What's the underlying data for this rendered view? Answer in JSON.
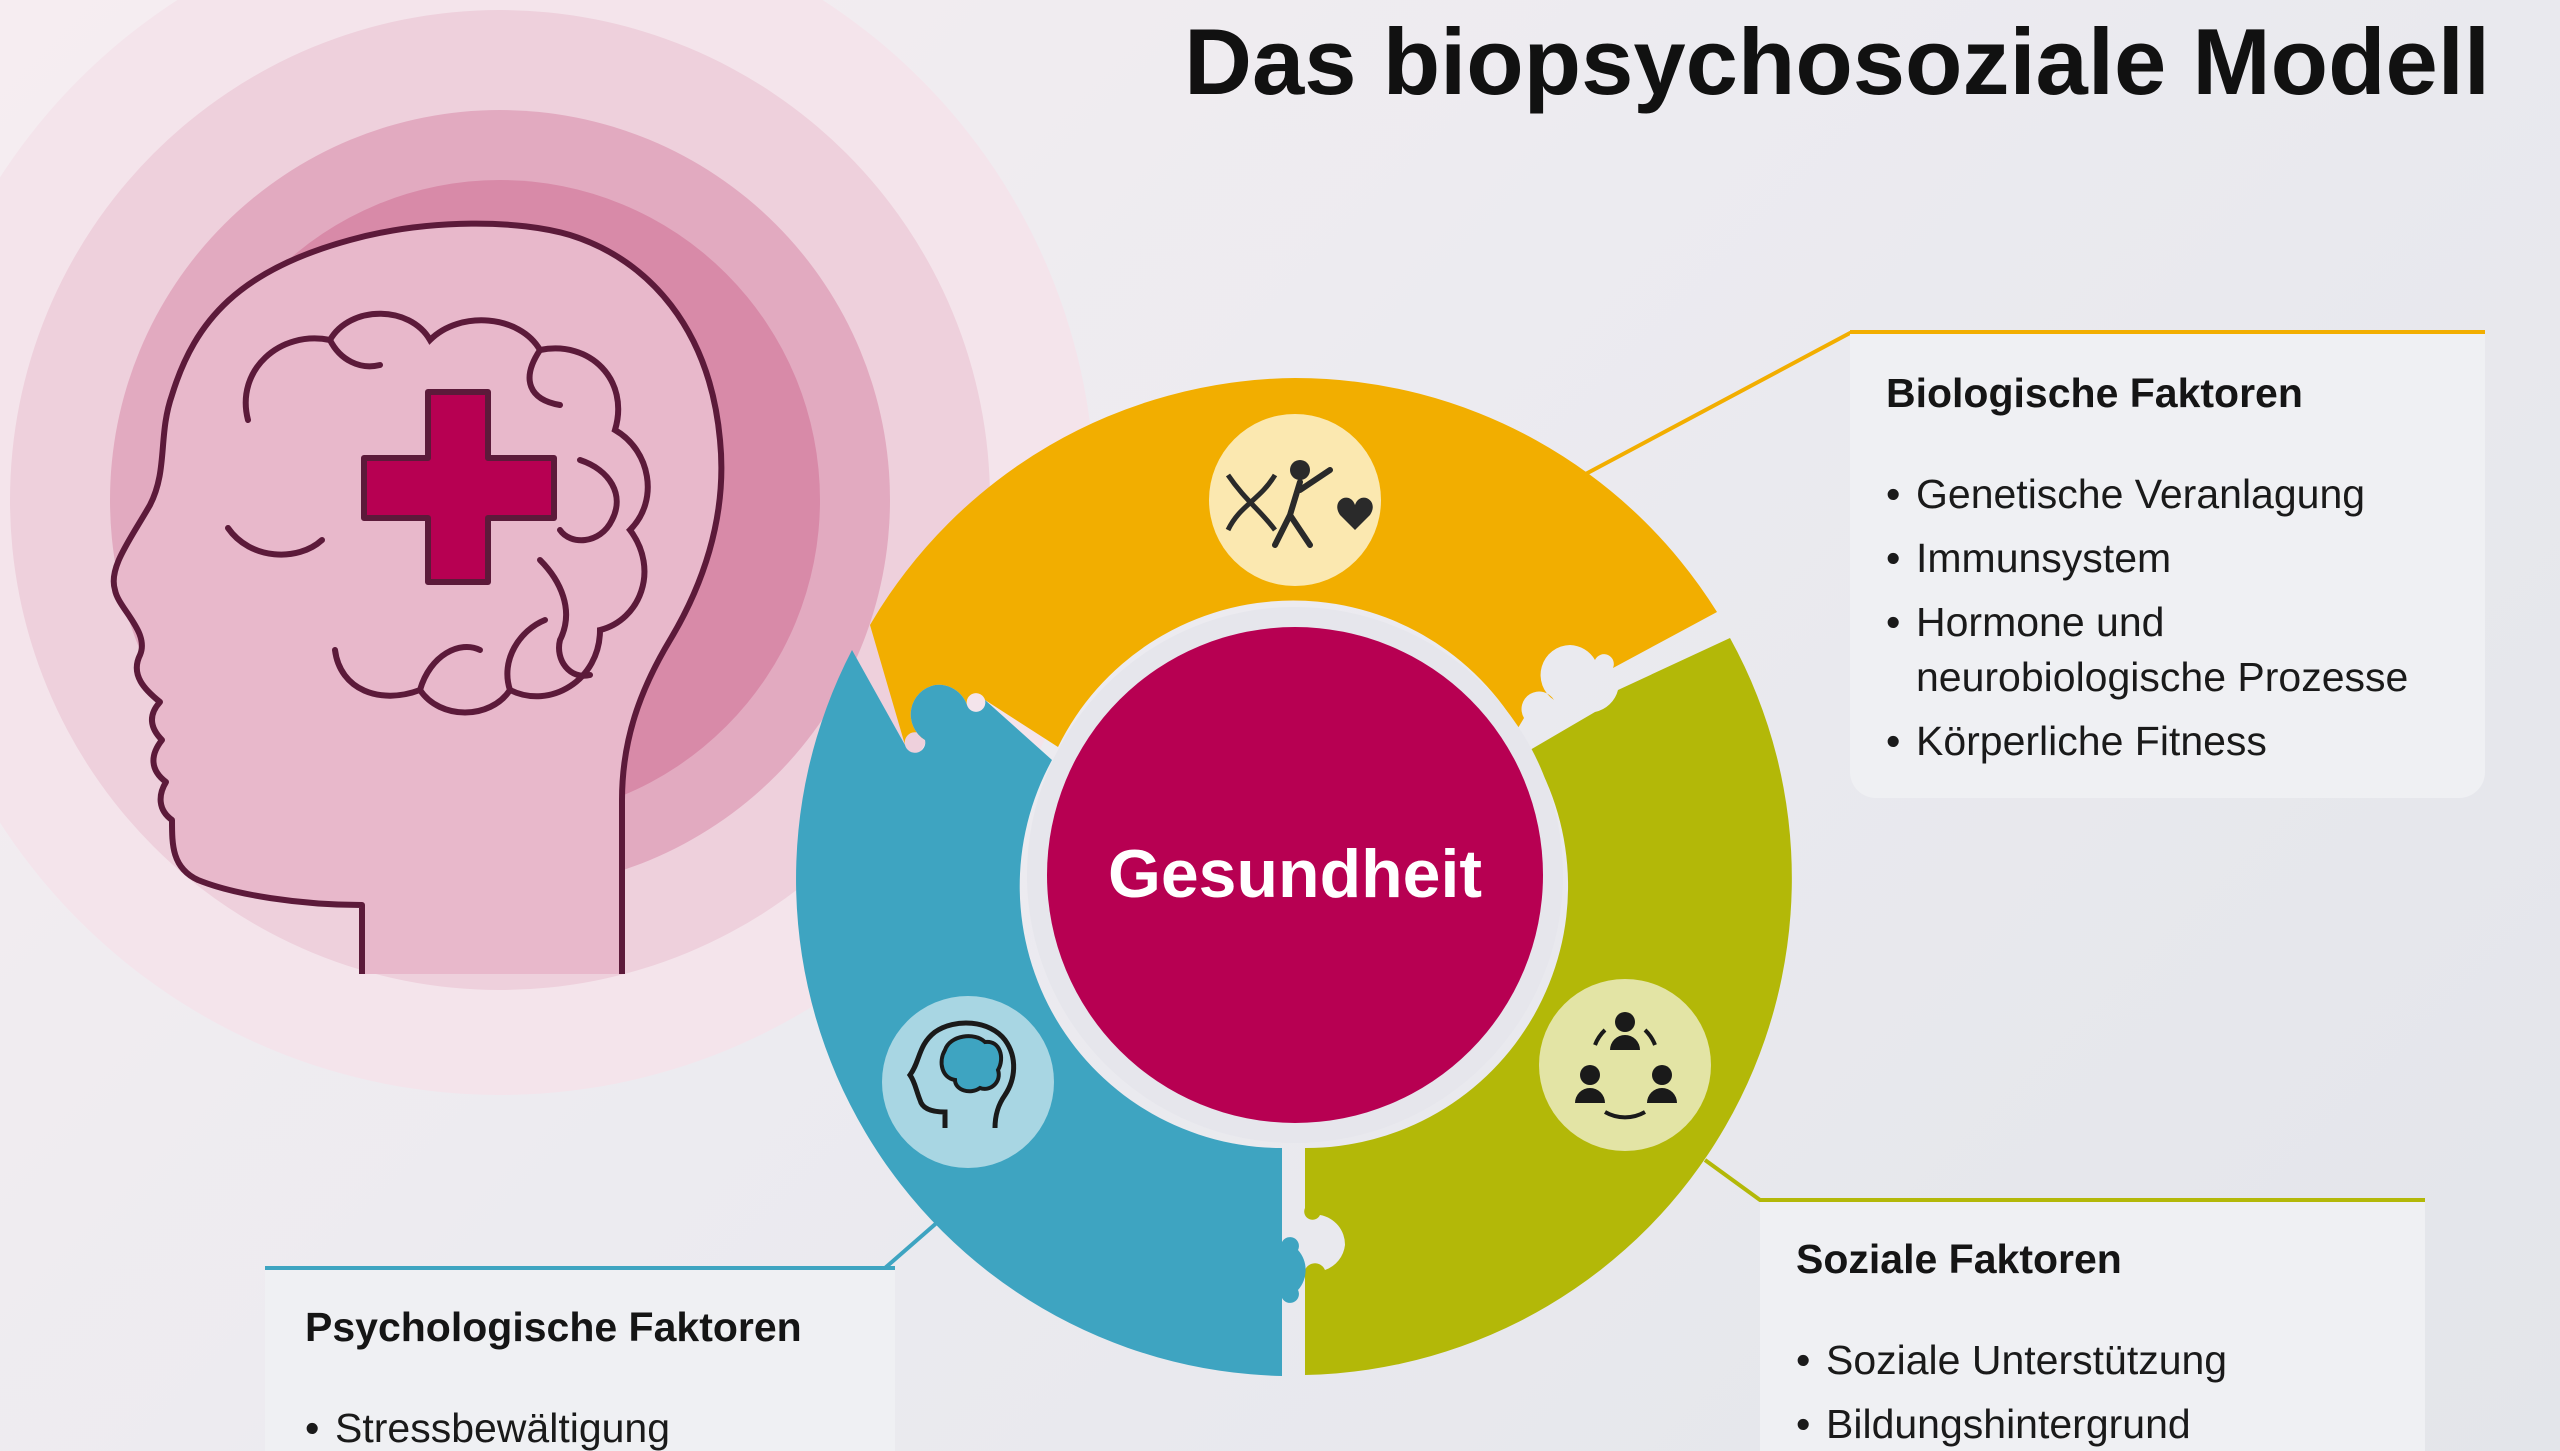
{
  "title": "Das biopsychosoziale Modell",
  "center_label": "Gesundheit",
  "colors": {
    "biological": "#f2ae00",
    "social": "#b3b808",
    "psychological": "#3ea4c1",
    "center": "#b70052",
    "head_outline": "#5c1a3a",
    "cross": "#b70052"
  },
  "icons": {
    "biological": "dna-fitness-heart-icon",
    "social": "people-network-icon",
    "psychological": "head-brain-icon",
    "main": "head-with-medical-cross-icon"
  },
  "biologische": {
    "heading": "Biologische Faktoren",
    "items": [
      "Genetische Veranlagung",
      "Immunsystem",
      "Hormone und neurobiologische Prozesse",
      "Körperliche Fitness"
    ]
  },
  "soziale": {
    "heading": "Soziale Faktoren",
    "items": [
      "Soziale Unterstützung",
      "Bildungshintergrund"
    ]
  },
  "psychologische": {
    "heading": "Psychologische Faktoren",
    "items": [
      "Stressbewältigung"
    ]
  }
}
